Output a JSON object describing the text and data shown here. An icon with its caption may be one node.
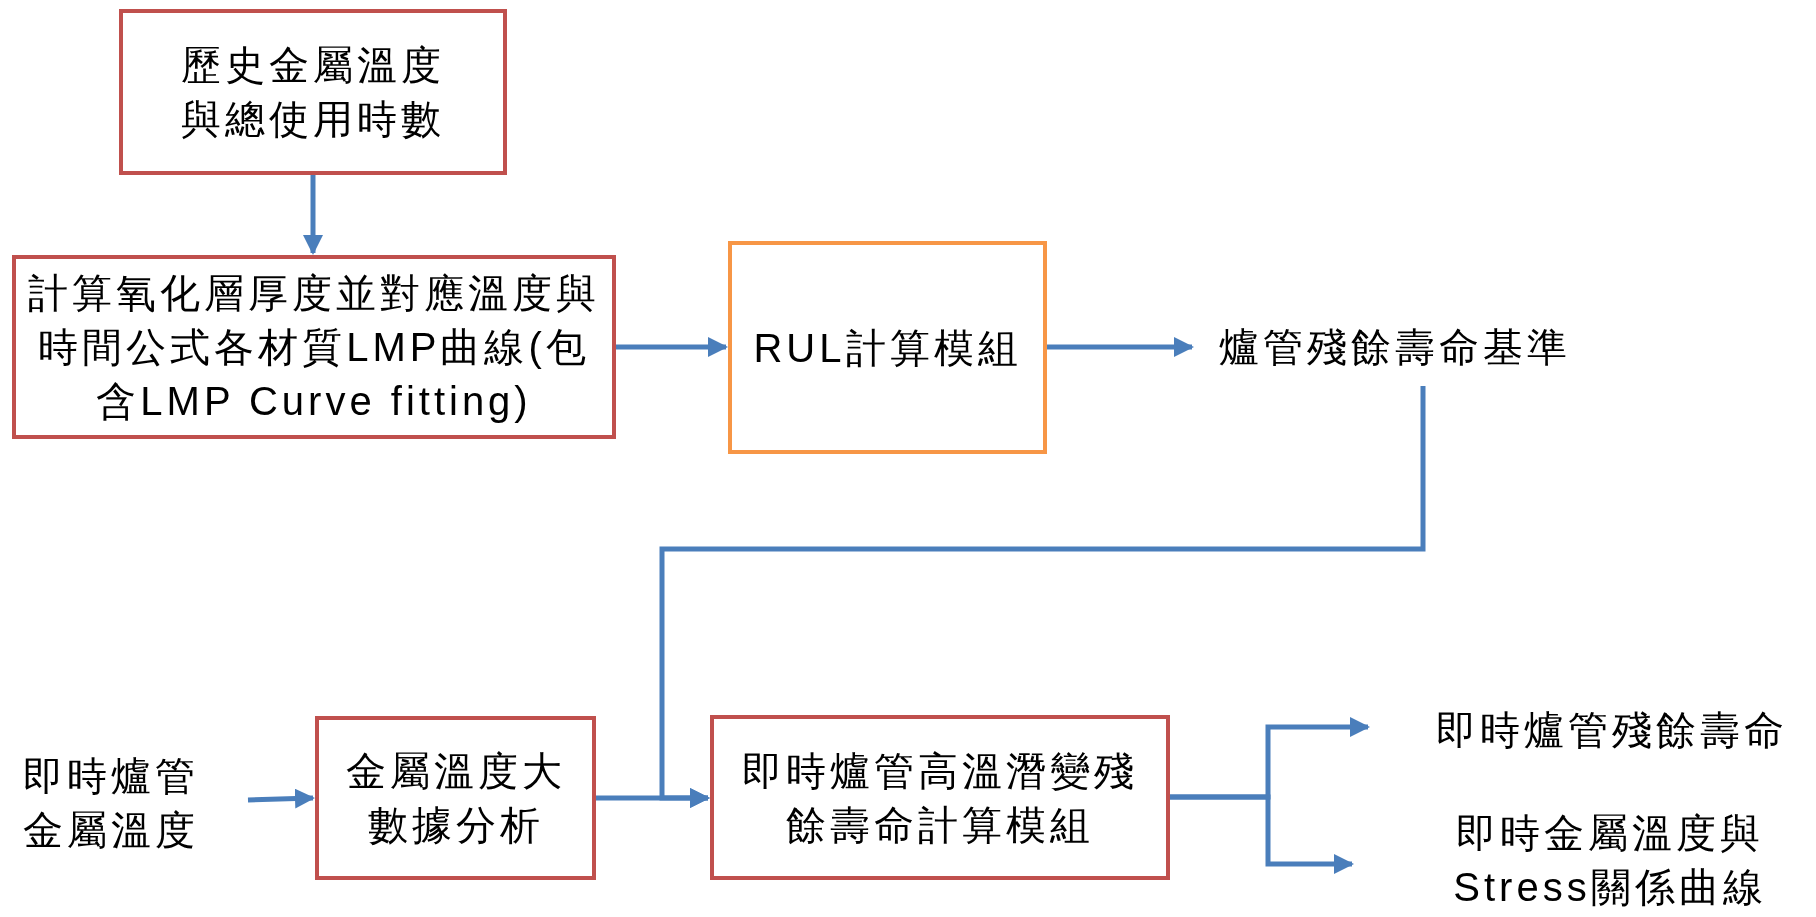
{
  "diagram": {
    "nodes": [
      {
        "text": [
          "歷史金屬溫度與總使用時數"
        ]
      },
      {
        "text": [
          "計算氧化層厚度並對應溫度與時間公式各材質LMP曲線(包含LMP Curve fitting)"
        ]
      },
      {
        "text": [
          "RUL計算模組"
        ]
      },
      {
        "text": [
          "爐管殘餘壽命基準"
        ]
      },
      {
        "text": [
          "即時爐管金屬溫度"
        ]
      },
      {
        "text": [
          "金屬溫度大數據分析"
        ]
      },
      {
        "text": [
          "即時爐管高溫潛變殘餘壽命計算模組"
        ]
      },
      {
        "text": [
          "即時爐管殘餘壽命"
        ]
      },
      {
        "text": [
          "即時金屬溫度與Stress關係曲線"
        ]
      }
    ],
    "edges": [
      {
        "from": 0,
        "to": 1,
        "arrow": "to"
      },
      {
        "from": 1,
        "to": 2,
        "arrow": "to"
      },
      {
        "from": 2,
        "to": 3,
        "arrow": "to"
      },
      {
        "from": 3,
        "to": 6,
        "arrow": "to"
      },
      {
        "from": 4,
        "to": 5,
        "arrow": "to"
      },
      {
        "from": 5,
        "to": 6,
        "arrow": "to"
      },
      {
        "from": 6,
        "to": 7,
        "arrow": "to"
      },
      {
        "from": 6,
        "to": 8,
        "arrow": "to"
      }
    ]
  }
}
